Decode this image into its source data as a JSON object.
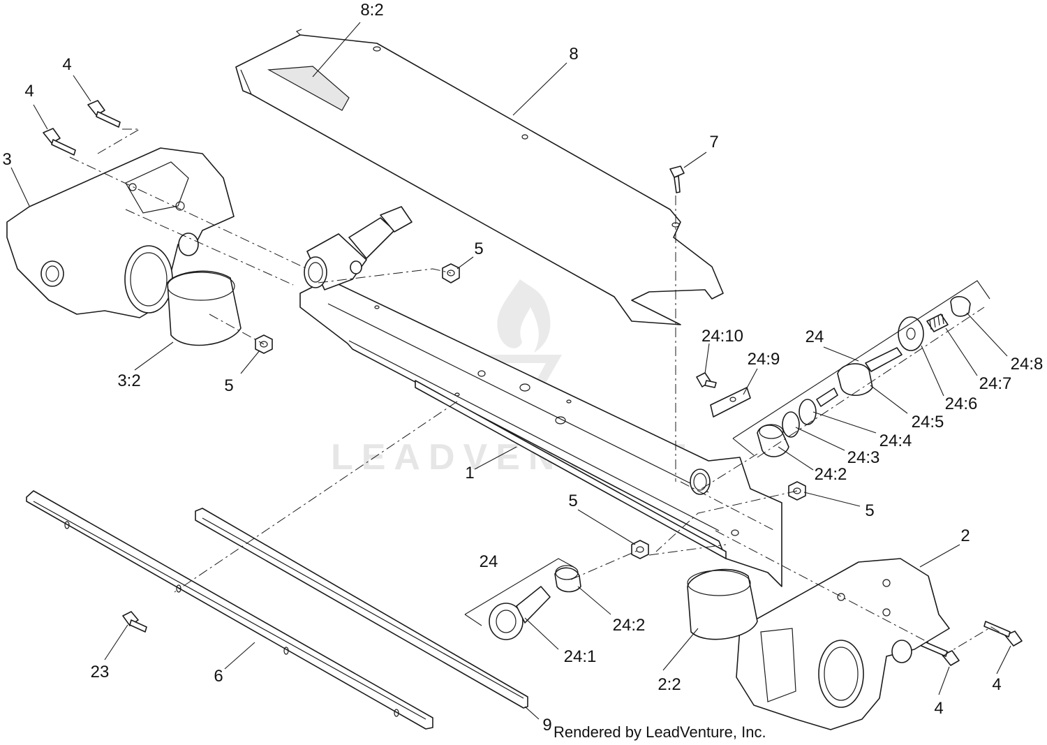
{
  "watermark": {
    "text": "LEADVENTURE"
  },
  "footer": {
    "credit": "Rendered by LeadVenture, Inc."
  },
  "callouts": {
    "c1": "1",
    "c2": "2",
    "c2_2": "2:2",
    "c3": "3",
    "c3_2": "3:2",
    "c4a": "4",
    "c4b": "4",
    "c4c": "4",
    "c4d": "4",
    "c5a": "5",
    "c5b": "5",
    "c5c": "5",
    "c5d": "5",
    "c6": "6",
    "c7": "7",
    "c8": "8",
    "c8_2": "8:2",
    "c9": "9",
    "c23": "23",
    "c24a": "24",
    "c24b": "24",
    "c24_1": "24:1",
    "c24_2a": "24:2",
    "c24_2b": "24:2",
    "c24_3": "24:3",
    "c24_4": "24:4",
    "c24_5": "24:5",
    "c24_6": "24:6",
    "c24_7": "24:7",
    "c24_8": "24:8",
    "c24_9": "24:9",
    "c24_10": "24:10"
  }
}
